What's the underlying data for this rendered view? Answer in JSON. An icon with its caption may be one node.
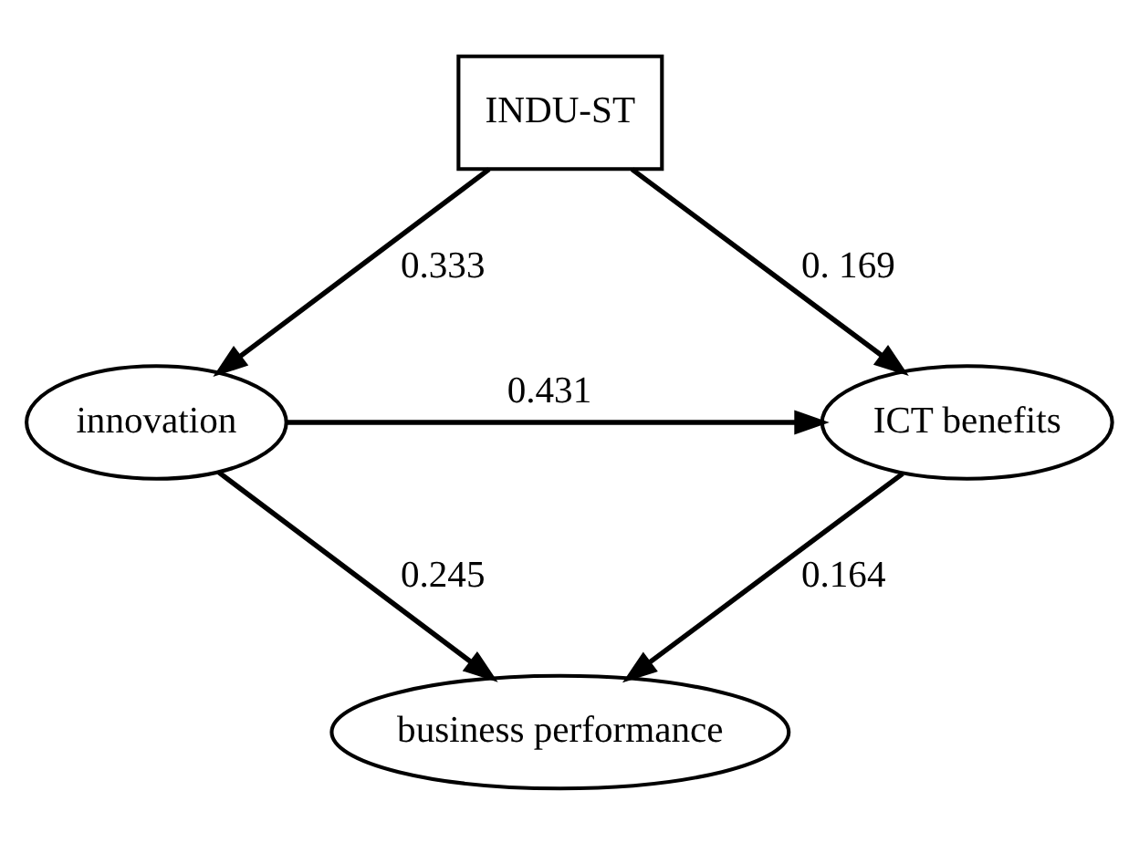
{
  "diagram": {
    "nodes": [
      {
        "text": [
          "INDU-ST"
        ]
      },
      {
        "text": [
          "ICT benefits"
        ]
      },
      {
        "text": [
          "innovation"
        ]
      },
      {
        "text": [
          "business performance"
        ]
      }
    ],
    "edges": [
      {
        "from": 0,
        "to": 1,
        "arrow": "to",
        "label": "0. 169"
      },
      {
        "from": 0,
        "to": 2,
        "arrow": "to",
        "label": "0.333"
      },
      {
        "from": 2,
        "to": 1,
        "arrow": "to",
        "label": "0.431"
      },
      {
        "from": 1,
        "to": 3,
        "arrow": "to",
        "label": "0.164"
      },
      {
        "from": 2,
        "to": 3,
        "arrow": "to",
        "label": "0.245"
      }
    ]
  }
}
